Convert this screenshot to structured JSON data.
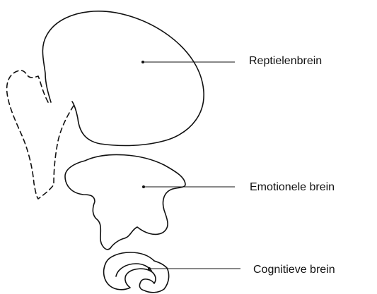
{
  "labels": {
    "reptile": "Reptielenbrein",
    "emotional": "Emotionele brein",
    "cognitive": "Cognitieve brein"
  },
  "colors": {
    "line": "#111111",
    "background": "#ffffff"
  }
}
